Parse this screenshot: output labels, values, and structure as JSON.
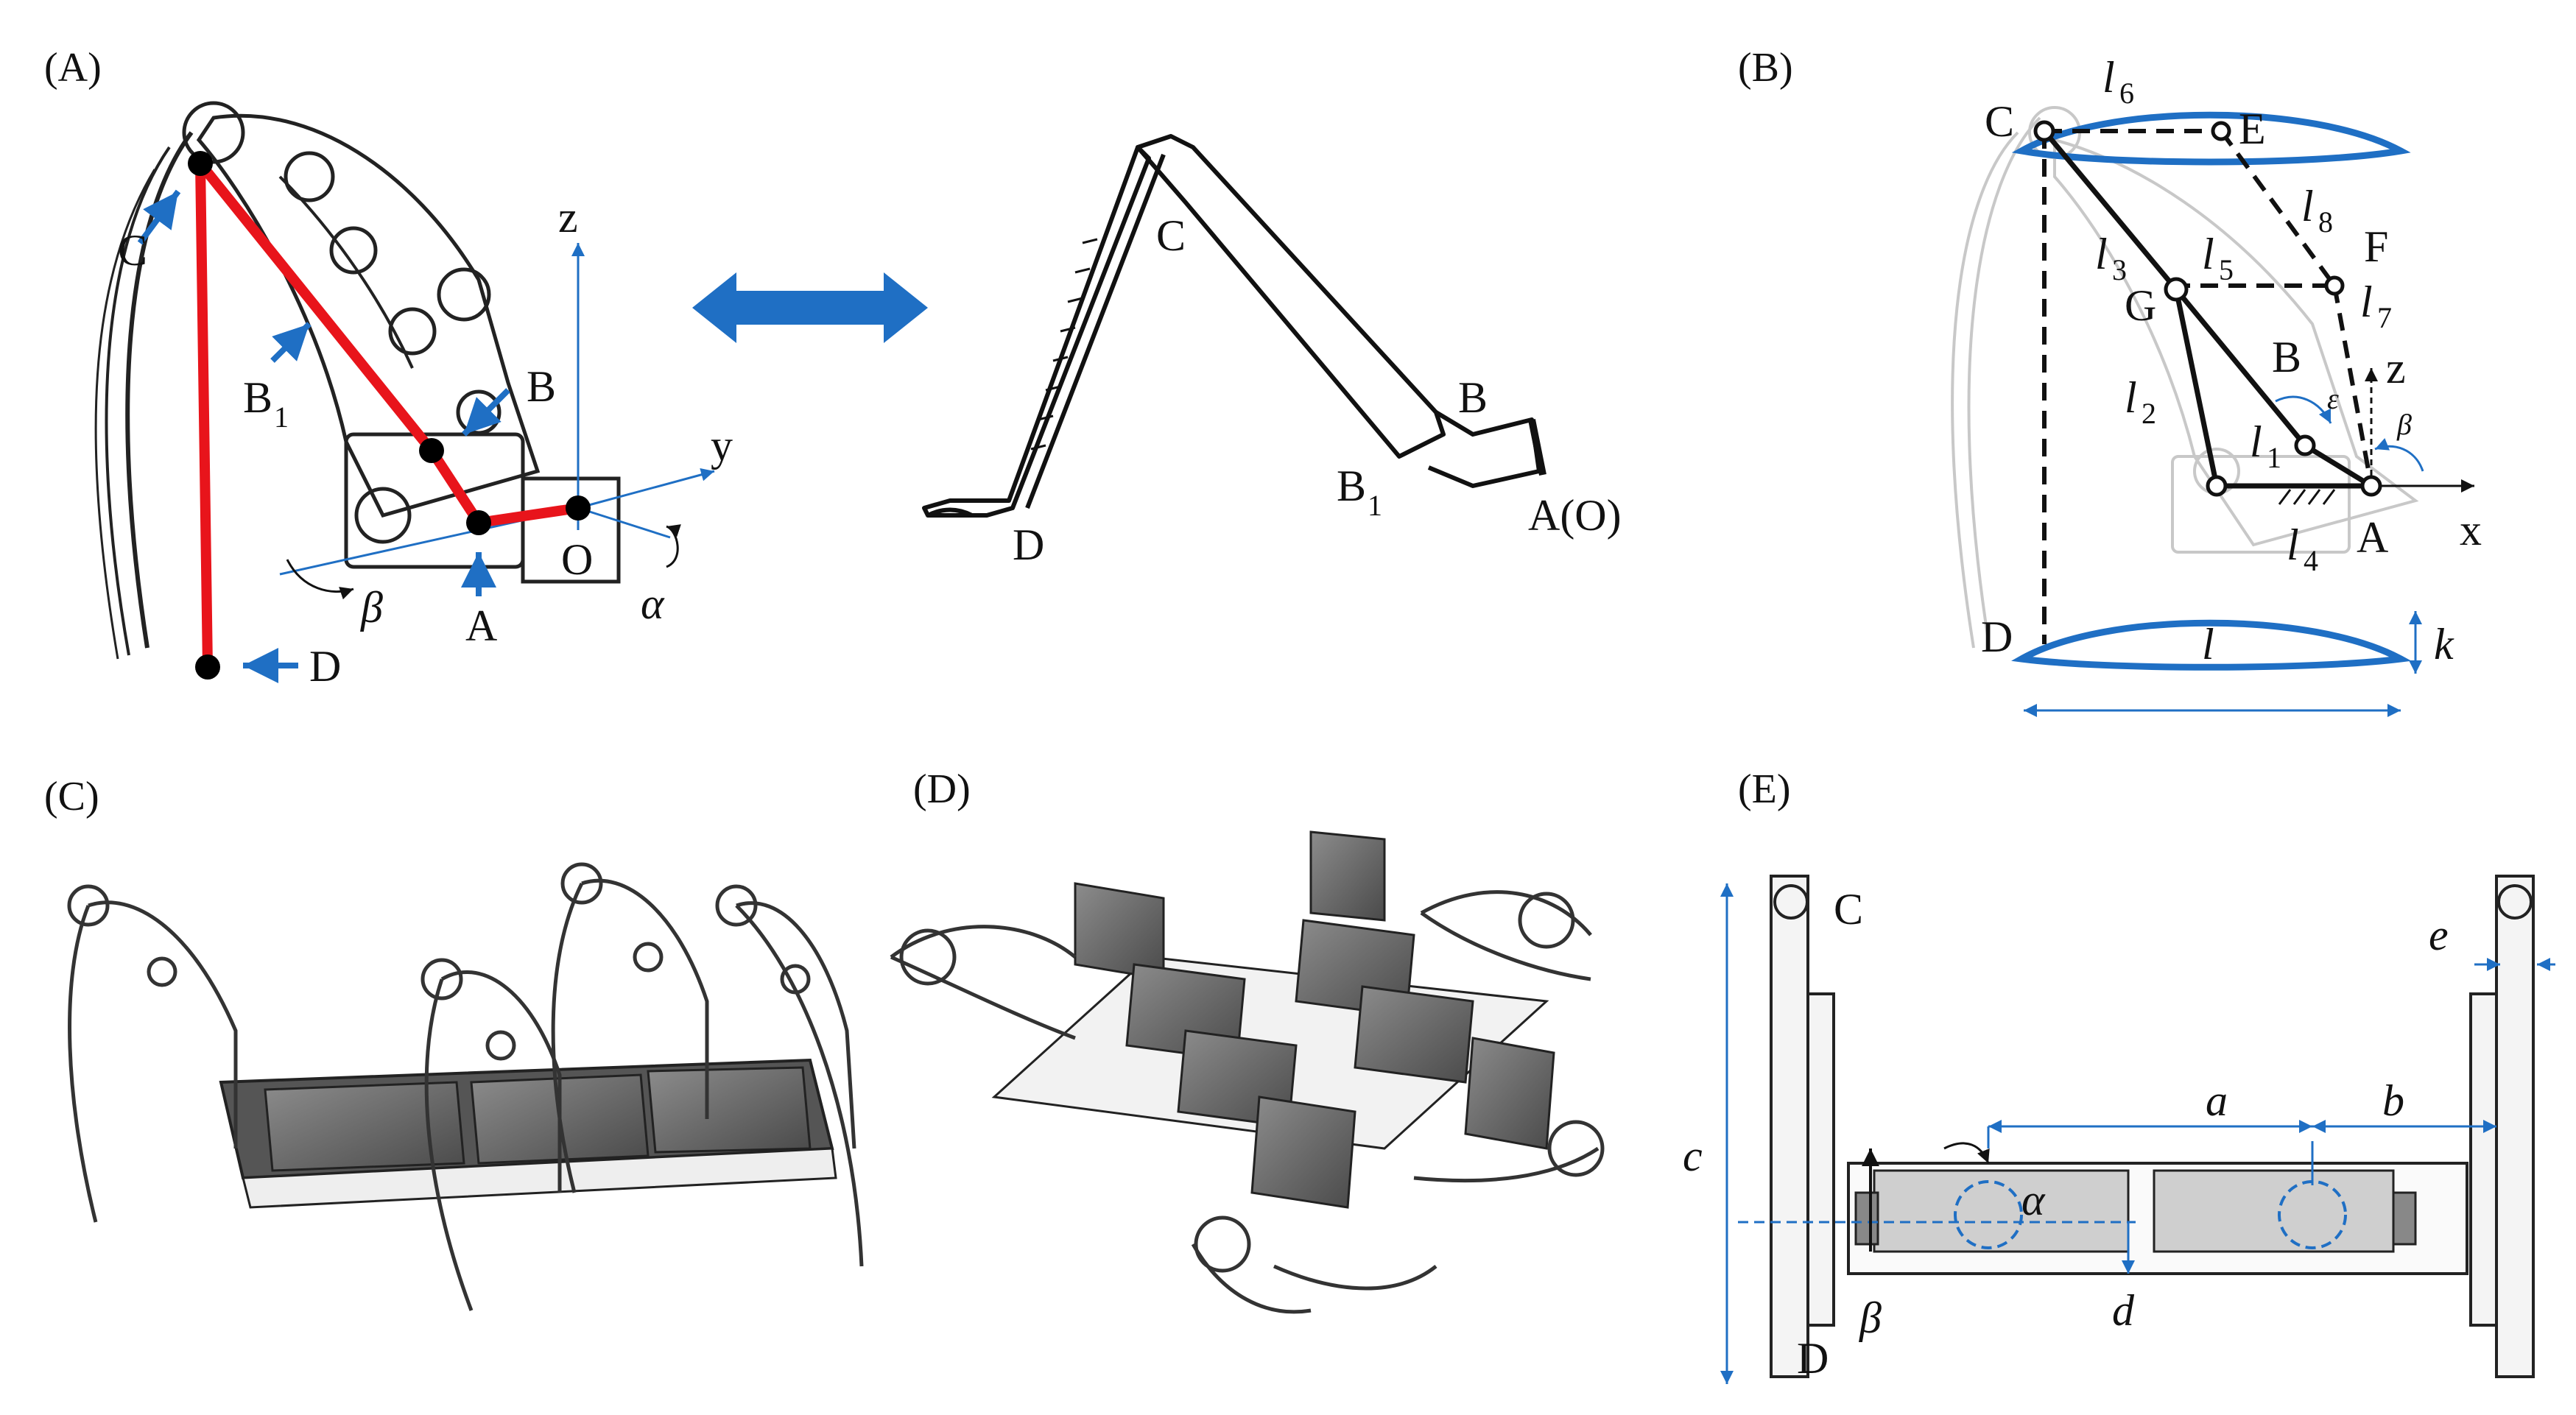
{
  "panels": {
    "A": {
      "label": "(A)",
      "points": {
        "C": "C",
        "B1": "B",
        "B1_sub": "1",
        "B": "B",
        "A": "A",
        "O": "O",
        "D": "D"
      },
      "axes": {
        "z": "z",
        "y": "y"
      },
      "angles": {
        "beta": "β",
        "alpha": "α"
      },
      "analogy": {
        "C": "C",
        "B": "B",
        "B1": "B",
        "B1_sub": "1",
        "AO": "A(O)",
        "D": "D"
      }
    },
    "B": {
      "label": "(B)",
      "points": {
        "C": "C",
        "E": "E",
        "F": "F",
        "G": "G",
        "B": "B",
        "A": "A",
        "D": "D"
      },
      "links": {
        "l6": "l",
        "l6_sub": "6",
        "l8": "l",
        "l8_sub": "8",
        "l5": "l",
        "l5_sub": "5",
        "l3": "l",
        "l3_sub": "3",
        "l7": "l",
        "l7_sub": "7",
        "l2": "l",
        "l2_sub": "2",
        "l1": "l",
        "l1_sub": "1",
        "l4": "l",
        "l4_sub": "4",
        "l": "l"
      },
      "angles": {
        "epsilon": "ε",
        "beta": "β"
      },
      "axes": {
        "x": "x",
        "z": "z"
      },
      "k": "k"
    },
    "C": {
      "label": "(C)"
    },
    "D": {
      "label": "(D)"
    },
    "E": {
      "label": "(E)",
      "points": {
        "C": "C",
        "D": "D"
      },
      "dims": {
        "a": "a",
        "b": "b",
        "c": "c",
        "d": "d",
        "e": "e"
      },
      "angles": {
        "alpha": "α",
        "beta": "β"
      }
    }
  },
  "colors": {
    "linkage": "#e8141b",
    "annotation": "#1f6fc4",
    "structure": "#111111",
    "body": "#7a7a7a"
  }
}
